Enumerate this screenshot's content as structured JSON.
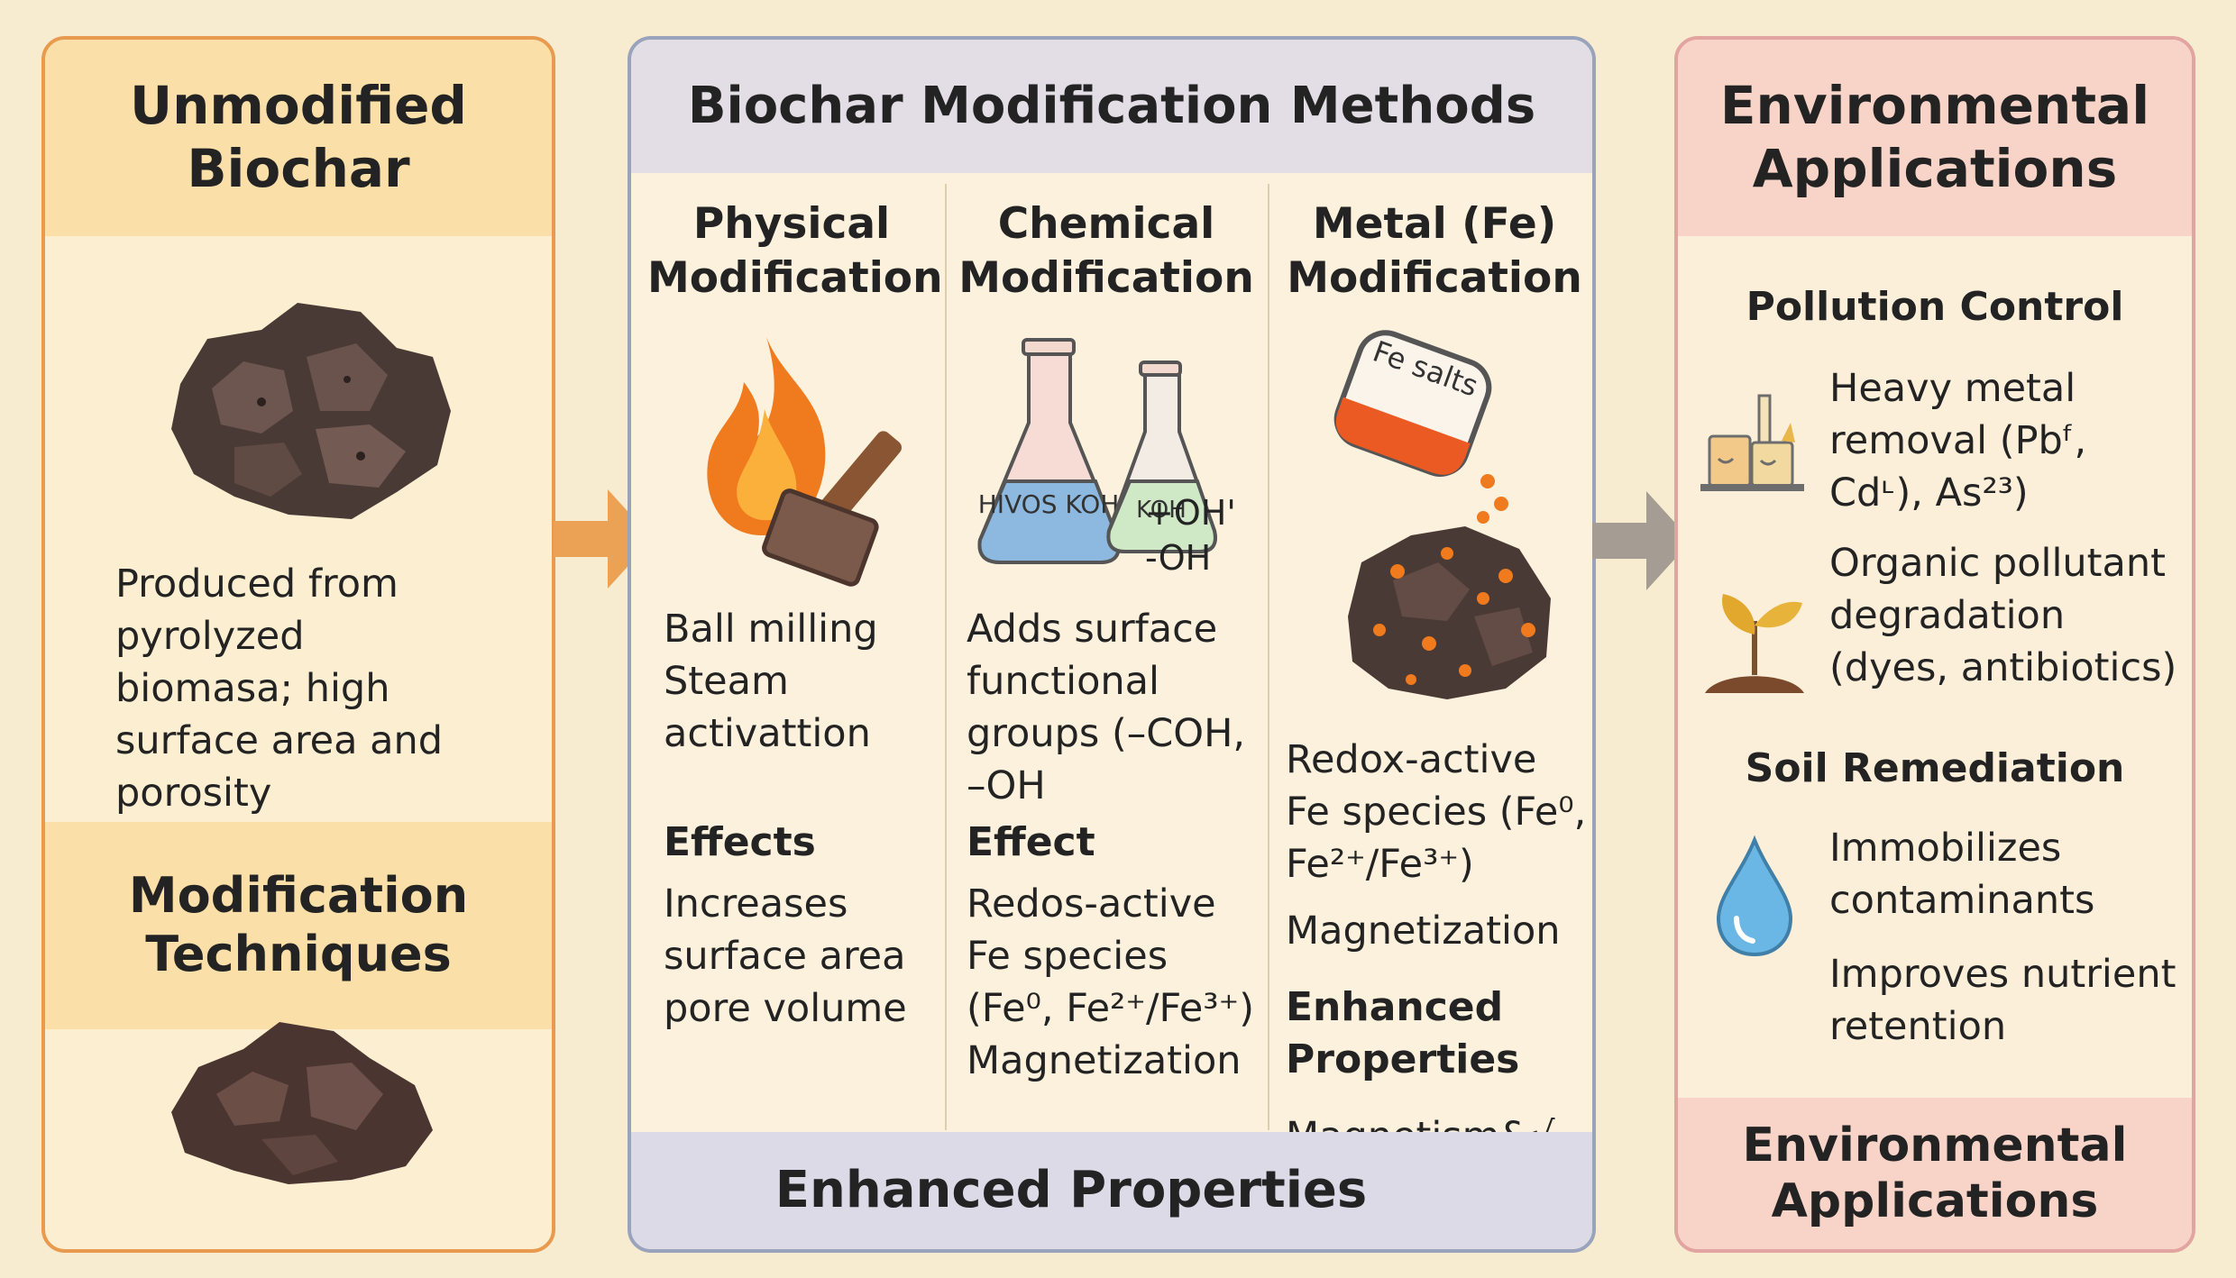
{
  "left": {
    "title": "Unmodified Biochar",
    "description": "Produced from pyrolyzed biomasa; high surface area and porosity",
    "section_title": "Modification Techniques"
  },
  "middle": {
    "title": "Biochar Modification Methods",
    "footer": "Enhanced Properties",
    "physical": {
      "title": "Physical Modification",
      "methods": "Ball milling Steam activattion",
      "effects_title": "Effects",
      "effects": "Increases surface area pore volume"
    },
    "chemical": {
      "title": "Chemical Modification",
      "flask1_label": "HIVOS KOH",
      "flask2_label": "KOH",
      "groups_label": "+OH' -OH",
      "description": "Adds surface functional groups (–COH, –OH",
      "effect_title": "Effect",
      "effect": "Redos-active Fe species (Fe⁰, Fe²⁺/Fe³⁺) Magnetization"
    },
    "metal": {
      "title": "Metal (Fe) Modification",
      "container_label": "Fe salts",
      "description": "Redox-active Fe species (Fe⁰, Fe²⁺/Fe³⁺)",
      "magnetization": "Magnetization",
      "enhanced_title": "Enhanced Properties",
      "enhanced": "Magnetism&√"
    }
  },
  "right": {
    "title": "Environmental Applications",
    "pollution_title": "Pollution Control",
    "heavy_metal": "Heavy metal removal (Pbᶠ, Cdᶫ), As²³)",
    "organic": "Organic pollutant degradation (dyes, antibiotics)",
    "soil_title": "Soil Remediation",
    "immobilizes": "Immobilizes contaminants",
    "nutrient": "Improves nutrient retention",
    "footer": "Environmental Applications"
  },
  "colors": {
    "left_border": "#e89a4e",
    "middle_border": "#9aa3bc",
    "right_border": "#e2a4a0",
    "arrow_orange": "#eca255",
    "arrow_gray": "#a59c93"
  },
  "icons": [
    "biochar-chunk-icon",
    "flame-icon",
    "hammer-icon",
    "flask-icon",
    "fe-salt-container-icon",
    "iron-biochar-icon",
    "factory-icon",
    "sprout-icon",
    "water-drop-icon",
    "arrow-right-icon"
  ]
}
